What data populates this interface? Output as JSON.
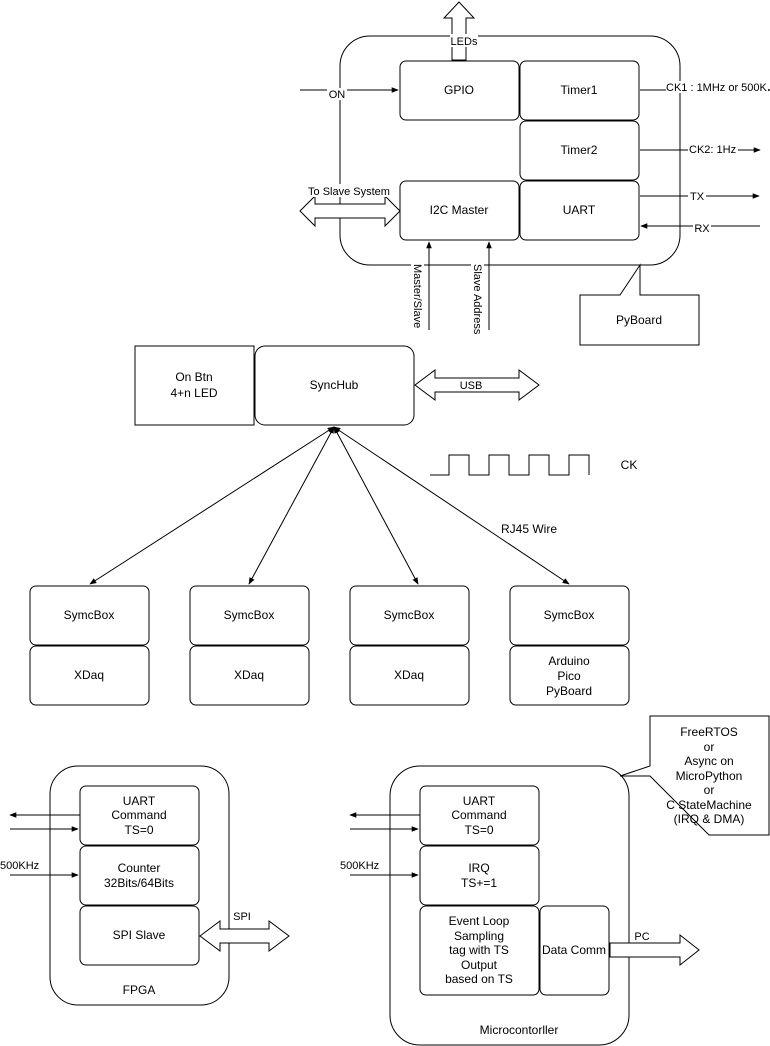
{
  "pyboard": {
    "leds": "LEDs",
    "on": "ON",
    "gpio": "GPIO",
    "timer1": "Timer1",
    "timer2": "Timer2",
    "ck1": "CK1 : 1MHz or 500K",
    "ck2": "CK2: 1Hz",
    "to_slave": "To Slave System",
    "i2c": "I2C Master",
    "uart": "UART",
    "tx": "TX",
    "rx": "RX",
    "master_slave": "Master/Slave",
    "slave_address": "Slave Address",
    "callout": "PyBoard"
  },
  "synchub": {
    "on_btn": [
      "On Btn",
      "4+n LED"
    ],
    "hub": "SyncHub",
    "usb": "USB",
    "ck": "CK",
    "rj45": "RJ45 Wire"
  },
  "boxes": [
    {
      "top": "SymcBox",
      "bottom": [
        "XDaq"
      ]
    },
    {
      "top": "SymcBox",
      "bottom": [
        "XDaq"
      ]
    },
    {
      "top": "SymcBox",
      "bottom": [
        "XDaq"
      ]
    },
    {
      "top": "SymcBox",
      "bottom": [
        "Arduino",
        "Pico",
        "PyBoard"
      ]
    }
  ],
  "fpga": {
    "uart": [
      "UART",
      "Command",
      "TS=0"
    ],
    "counter": [
      "Counter",
      "32Bits/64Bits"
    ],
    "spi_slave": "SPI Slave",
    "clock_in": "500KHz",
    "spi": "SPI",
    "title": "FPGA"
  },
  "mcu": {
    "uart": [
      "UART",
      "Command",
      "TS=0"
    ],
    "irq": [
      "IRQ",
      "TS+=1"
    ],
    "event_loop": [
      "Event Loop",
      "Sampling",
      "tag with TS",
      "Output",
      "based on TS"
    ],
    "data_comm": "Data Comm",
    "clock_in": "500KHz",
    "pc": "PC",
    "title": "Microcontorller",
    "note": [
      "FreeRTOS",
      "or",
      "Async on",
      "MicroPython",
      "or",
      "C StateMachine",
      "(IRQ & DMA)"
    ]
  }
}
